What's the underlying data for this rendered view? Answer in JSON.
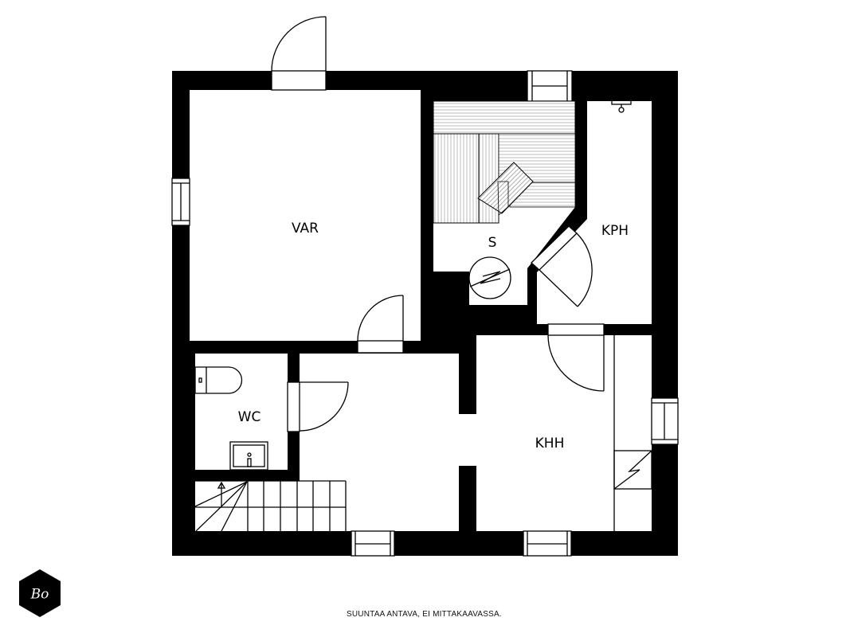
{
  "rooms": {
    "var": "VAR",
    "sauna": "S",
    "bathroom": "KPH",
    "wc": "WC",
    "utility": "KHH"
  },
  "logo": {
    "text": "Bo"
  },
  "footer": {
    "disclaimer": "SUUNTAA ANTAVA, EI MITTAKAAVASSA."
  }
}
